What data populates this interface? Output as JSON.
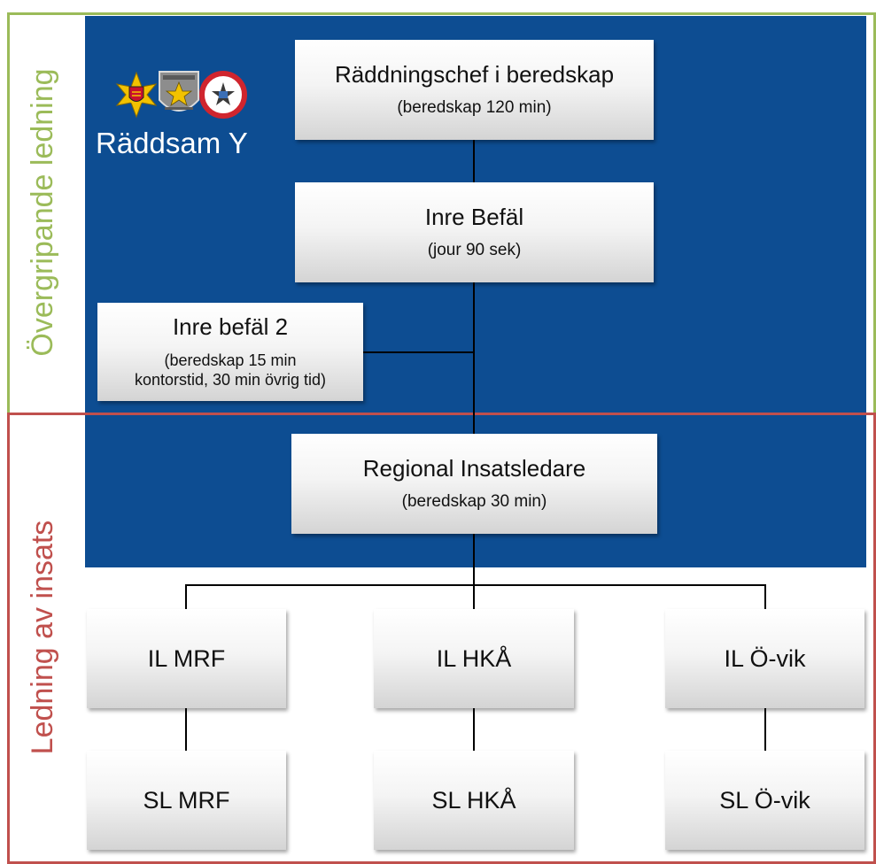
{
  "colors": {
    "blue_panel": "#0d4d92",
    "green_frame": "#9bbb59",
    "red_frame": "#c0504d",
    "box_fill": "#f4f4f4",
    "connector": "#000000"
  },
  "sections": {
    "top_label": "Övergripande ledning",
    "bottom_label": "Ledning av insats"
  },
  "logo": {
    "text": "Räddsam Y",
    "emblems": [
      "county-shield-emblem-icon",
      "badge-emblem-icon",
      "rescue-star-emblem-icon"
    ]
  },
  "nodes": {
    "chief": {
      "title": "Räddningschef i beredskap",
      "sub": "(beredskap 120 min)"
    },
    "inre": {
      "title": "Inre Befäl",
      "sub": "(jour 90 sek)"
    },
    "inre2": {
      "title": "Inre befäl 2",
      "sub_line1": "(beredskap 15 min",
      "sub_line2": "kontorstid, 30 min övrig tid)"
    },
    "regional": {
      "title": "Regional Insatsledare",
      "sub": "(beredskap 30 min)"
    },
    "il": [
      "IL MRF",
      "IL HKÅ",
      "IL Ö-vik"
    ],
    "sl": [
      "SL MRF",
      "SL HKÅ",
      "SL Ö-vik"
    ]
  }
}
